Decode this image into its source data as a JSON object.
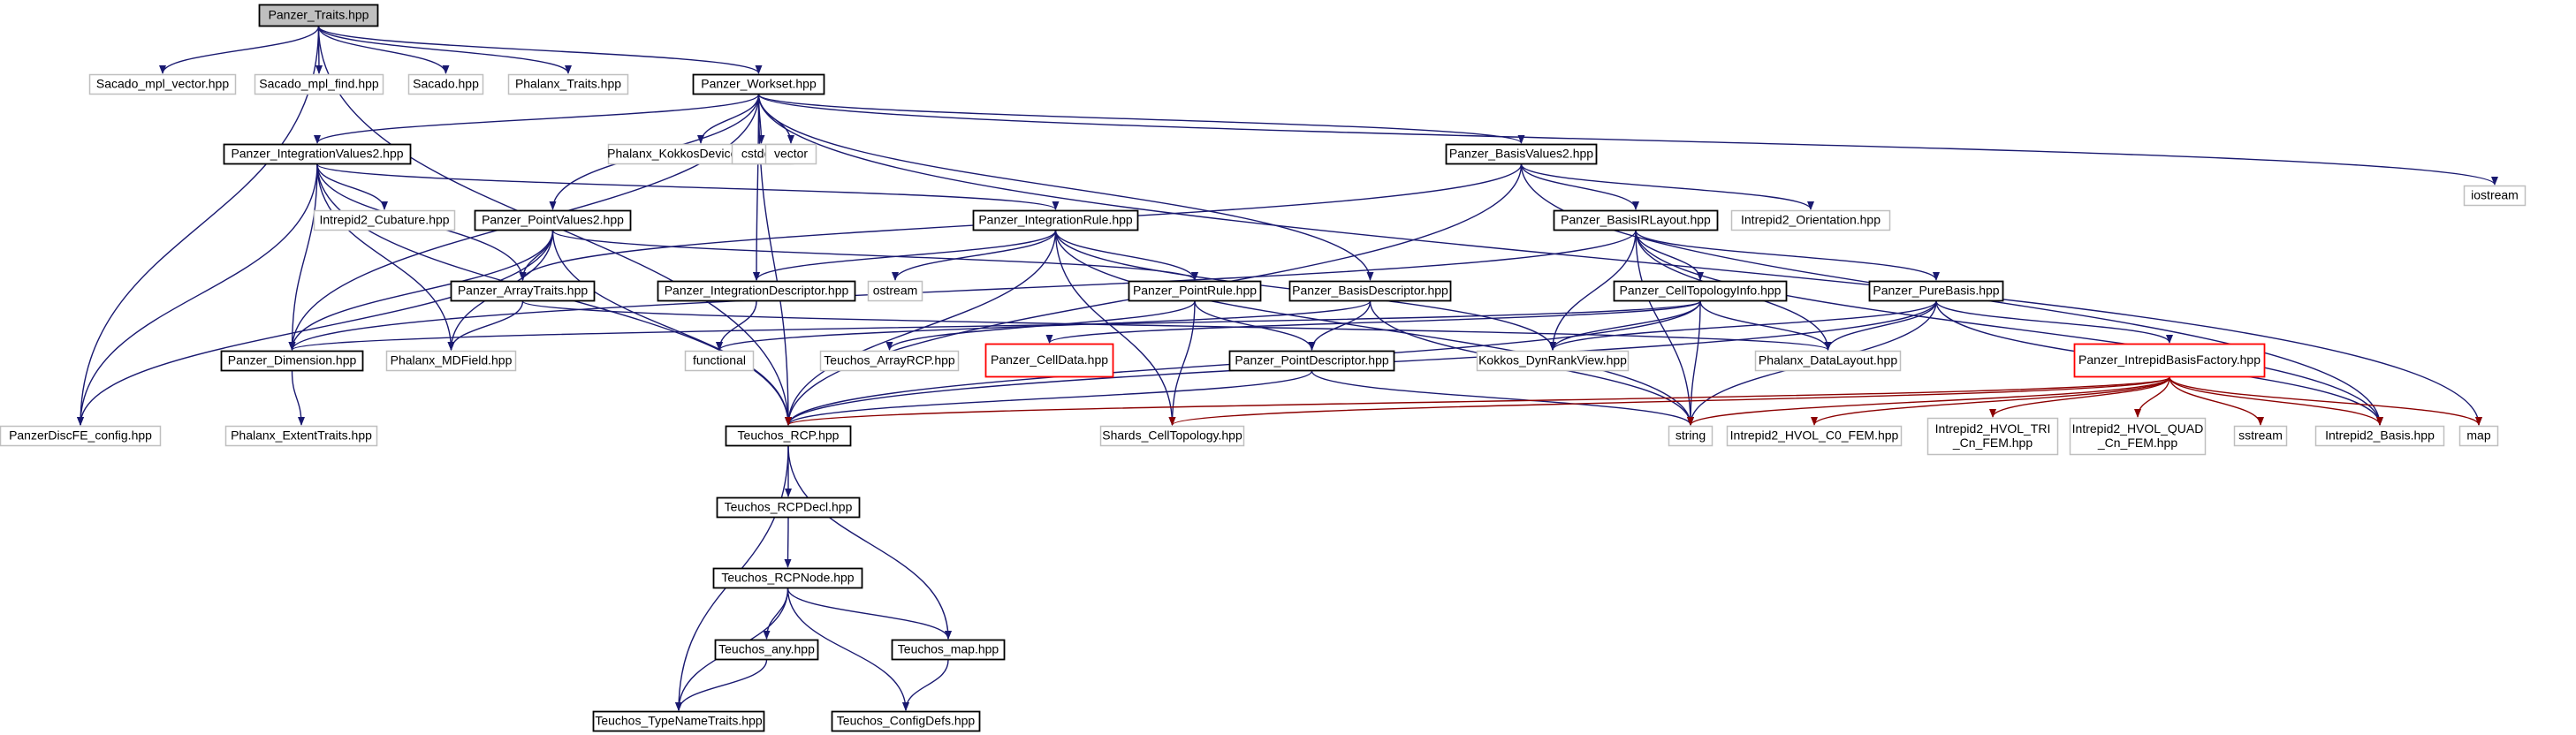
{
  "graph": {
    "nodes": [
      {
        "id": "traits",
        "lines": [
          "Panzer_Traits.hpp"
        ],
        "style": "root"
      },
      {
        "id": "sacado_vec",
        "lines": [
          "Sacado_mpl_vector.hpp"
        ],
        "style": "gray"
      },
      {
        "id": "sacado_find",
        "lines": [
          "Sacado_mpl_find.hpp"
        ],
        "style": "gray"
      },
      {
        "id": "sacado",
        "lines": [
          "Sacado.hpp"
        ],
        "style": "gray"
      },
      {
        "id": "phalanx_traits",
        "lines": [
          "Phalanx_Traits.hpp"
        ],
        "style": "gray"
      },
      {
        "id": "workset",
        "lines": [
          "Panzer_Workset.hpp"
        ],
        "style": "black"
      },
      {
        "id": "iostream",
        "lines": [
          "iostream"
        ],
        "style": "gray"
      },
      {
        "id": "intvals",
        "lines": [
          "Panzer_IntegrationValues2.hpp"
        ],
        "style": "black"
      },
      {
        "id": "kokkos_dev",
        "lines": [
          "Phalanx_KokkosDeviceTypes.hpp"
        ],
        "style": "gray"
      },
      {
        "id": "cstddef",
        "lines": [
          "cstddef"
        ],
        "style": "gray"
      },
      {
        "id": "vector",
        "lines": [
          "vector"
        ],
        "style": "gray"
      },
      {
        "id": "basisvals",
        "lines": [
          "Panzer_BasisValues2.hpp"
        ],
        "style": "black"
      },
      {
        "id": "cubature",
        "lines": [
          "Intrepid2_Cubature.hpp"
        ],
        "style": "gray"
      },
      {
        "id": "pointvals",
        "lines": [
          "Panzer_PointValues2.hpp"
        ],
        "style": "black"
      },
      {
        "id": "intrule",
        "lines": [
          "Panzer_IntegrationRule.hpp"
        ],
        "style": "black"
      },
      {
        "id": "basisir",
        "lines": [
          "Panzer_BasisIRLayout.hpp"
        ],
        "style": "black"
      },
      {
        "id": "orientation",
        "lines": [
          "Intrepid2_Orientation.hpp"
        ],
        "style": "gray"
      },
      {
        "id": "arraytraits",
        "lines": [
          "Panzer_ArrayTraits.hpp"
        ],
        "style": "black"
      },
      {
        "id": "ostream",
        "lines": [
          "ostream"
        ],
        "style": "gray"
      },
      {
        "id": "intdesc",
        "lines": [
          "Panzer_IntegrationDescriptor.hpp"
        ],
        "style": "black"
      },
      {
        "id": "pointrule",
        "lines": [
          "Panzer_PointRule.hpp"
        ],
        "style": "black"
      },
      {
        "id": "basisdesc",
        "lines": [
          "Panzer_BasisDescriptor.hpp"
        ],
        "style": "black"
      },
      {
        "id": "celltopo",
        "lines": [
          "Panzer_CellTopologyInfo.hpp"
        ],
        "style": "black"
      },
      {
        "id": "purebasis",
        "lines": [
          "Panzer_PureBasis.hpp"
        ],
        "style": "black"
      },
      {
        "id": "dimension",
        "lines": [
          "Panzer_Dimension.hpp"
        ],
        "style": "black"
      },
      {
        "id": "mdfield",
        "lines": [
          "Phalanx_MDField.hpp"
        ],
        "style": "gray"
      },
      {
        "id": "functional",
        "lines": [
          "functional"
        ],
        "style": "gray"
      },
      {
        "id": "arrayrcp",
        "lines": [
          "Teuchos_ArrayRCP.hpp"
        ],
        "style": "gray"
      },
      {
        "id": "celldata",
        "lines": [
          "Panzer_CellData.hpp"
        ],
        "style": "red"
      },
      {
        "id": "pointdesc",
        "lines": [
          "Panzer_PointDescriptor.hpp"
        ],
        "style": "black"
      },
      {
        "id": "dynrank",
        "lines": [
          "Kokkos_DynRankView.hpp"
        ],
        "style": "gray"
      },
      {
        "id": "datalayout",
        "lines": [
          "Phalanx_DataLayout.hpp"
        ],
        "style": "gray"
      },
      {
        "id": "basisfactory",
        "lines": [
          "Panzer_IntrepidBasisFactory.hpp"
        ],
        "style": "red"
      },
      {
        "id": "discfe",
        "lines": [
          "PanzerDiscFE_config.hpp"
        ],
        "style": "gray"
      },
      {
        "id": "extent",
        "lines": [
          "Phalanx_ExtentTraits.hpp"
        ],
        "style": "gray"
      },
      {
        "id": "rcp",
        "lines": [
          "Teuchos_RCP.hpp"
        ],
        "style": "black"
      },
      {
        "id": "shards",
        "lines": [
          "Shards_CellTopology.hpp"
        ],
        "style": "gray"
      },
      {
        "id": "string",
        "lines": [
          "string"
        ],
        "style": "gray"
      },
      {
        "id": "hvol_c0",
        "lines": [
          "Intrepid2_HVOL_C0_FEM.hpp"
        ],
        "style": "gray"
      },
      {
        "id": "hvol_tri",
        "lines": [
          "Intrepid2_HVOL_TRI",
          "_Cn_FEM.hpp"
        ],
        "style": "gray"
      },
      {
        "id": "hvol_quad",
        "lines": [
          "Intrepid2_HVOL_QUAD",
          "_Cn_FEM.hpp"
        ],
        "style": "gray"
      },
      {
        "id": "sstream",
        "lines": [
          "sstream"
        ],
        "style": "gray"
      },
      {
        "id": "intbasis",
        "lines": [
          "Intrepid2_Basis.hpp"
        ],
        "style": "gray"
      },
      {
        "id": "map",
        "lines": [
          "map"
        ],
        "style": "gray"
      },
      {
        "id": "rcpdecl",
        "lines": [
          "Teuchos_RCPDecl.hpp"
        ],
        "style": "black"
      },
      {
        "id": "rcpnode",
        "lines": [
          "Teuchos_RCPNode.hpp"
        ],
        "style": "black"
      },
      {
        "id": "any",
        "lines": [
          "Teuchos_any.hpp"
        ],
        "style": "black"
      },
      {
        "id": "tmap",
        "lines": [
          "Teuchos_map.hpp"
        ],
        "style": "black"
      },
      {
        "id": "typename",
        "lines": [
          "Teuchos_TypeNameTraits.hpp"
        ],
        "style": "black"
      },
      {
        "id": "configdefs",
        "lines": [
          "Teuchos_ConfigDefs.hpp"
        ],
        "style": "black"
      }
    ],
    "edges": [
      [
        "traits",
        "sacado_vec"
      ],
      [
        "traits",
        "sacado_find"
      ],
      [
        "traits",
        "sacado"
      ],
      [
        "traits",
        "phalanx_traits"
      ],
      [
        "traits",
        "workset"
      ],
      [
        "traits",
        "discfe"
      ],
      [
        "traits",
        "rcp"
      ],
      [
        "workset",
        "intvals"
      ],
      [
        "workset",
        "kokkos_dev"
      ],
      [
        "workset",
        "cstddef"
      ],
      [
        "workset",
        "vector"
      ],
      [
        "workset",
        "basisvals"
      ],
      [
        "workset",
        "iostream"
      ],
      [
        "workset",
        "map"
      ],
      [
        "workset",
        "dimension"
      ],
      [
        "workset",
        "pointvals"
      ],
      [
        "workset",
        "intdesc"
      ],
      [
        "workset",
        "basisdesc"
      ],
      [
        "workset",
        "rcp"
      ],
      [
        "intvals",
        "cubature"
      ],
      [
        "intvals",
        "intrule"
      ],
      [
        "intvals",
        "arraytraits"
      ],
      [
        "intvals",
        "dimension"
      ],
      [
        "intvals",
        "mdfield"
      ],
      [
        "intvals",
        "discfe"
      ],
      [
        "intvals",
        "rcp"
      ],
      [
        "basisvals",
        "basisir"
      ],
      [
        "basisvals",
        "orientation"
      ],
      [
        "basisvals",
        "intbasis"
      ],
      [
        "basisvals",
        "arraytraits"
      ],
      [
        "basisvals",
        "rcp"
      ],
      [
        "pointvals",
        "pointrule"
      ],
      [
        "pointvals",
        "arraytraits"
      ],
      [
        "pointvals",
        "dimension"
      ],
      [
        "pointvals",
        "mdfield"
      ],
      [
        "pointvals",
        "discfe"
      ],
      [
        "pointvals",
        "rcp"
      ],
      [
        "intrule",
        "ostream"
      ],
      [
        "intrule",
        "intdesc"
      ],
      [
        "intrule",
        "pointrule"
      ],
      [
        "intrule",
        "dynrank"
      ],
      [
        "intrule",
        "shards"
      ],
      [
        "intrule",
        "string"
      ],
      [
        "intrule",
        "rcp"
      ],
      [
        "basisir",
        "celltopo"
      ],
      [
        "basisir",
        "purebasis"
      ],
      [
        "basisir",
        "dimension"
      ],
      [
        "basisir",
        "dynrank"
      ],
      [
        "basisir",
        "datalayout"
      ],
      [
        "basisir",
        "intbasis"
      ],
      [
        "basisir",
        "string"
      ],
      [
        "arraytraits",
        "mdfield"
      ],
      [
        "arraytraits",
        "datalayout"
      ],
      [
        "intdesc",
        "functional"
      ],
      [
        "pointrule",
        "arrayrcp"
      ],
      [
        "pointrule",
        "pointdesc"
      ],
      [
        "pointrule",
        "shards"
      ],
      [
        "basisdesc",
        "pointdesc"
      ],
      [
        "basisdesc",
        "string"
      ],
      [
        "basisdesc",
        "functional"
      ],
      [
        "celltopo",
        "celldata"
      ],
      [
        "celltopo",
        "dimension"
      ],
      [
        "celltopo",
        "dynrank"
      ],
      [
        "celltopo",
        "datalayout"
      ],
      [
        "celltopo",
        "string"
      ],
      [
        "celltopo",
        "rcp"
      ],
      [
        "purebasis",
        "basisfactory"
      ],
      [
        "purebasis",
        "dynrank"
      ],
      [
        "purebasis",
        "datalayout"
      ],
      [
        "purebasis",
        "intbasis"
      ],
      [
        "purebasis",
        "string"
      ],
      [
        "purebasis",
        "rcp"
      ],
      [
        "dimension",
        "extent"
      ],
      [
        "pointdesc",
        "rcp"
      ],
      [
        "pointdesc",
        "string"
      ],
      [
        "basisfactory",
        "hvol_c0"
      ],
      [
        "basisfactory",
        "hvol_tri"
      ],
      [
        "basisfactory",
        "hvol_quad"
      ],
      [
        "basisfactory",
        "sstream"
      ],
      [
        "basisfactory",
        "intbasis"
      ],
      [
        "basisfactory",
        "map"
      ],
      [
        "basisfactory",
        "string"
      ],
      [
        "basisfactory",
        "shards"
      ],
      [
        "basisfactory",
        "rcp"
      ],
      [
        "rcp",
        "rcpdecl"
      ],
      [
        "rcp",
        "tmap"
      ],
      [
        "rcp",
        "typename"
      ],
      [
        "rcpdecl",
        "rcpnode"
      ],
      [
        "rcpnode",
        "any"
      ],
      [
        "rcpnode",
        "tmap"
      ],
      [
        "rcpnode",
        "typename"
      ],
      [
        "rcpnode",
        "configdefs"
      ],
      [
        "any",
        "typename"
      ],
      [
        "tmap",
        "configdefs"
      ]
    ]
  }
}
